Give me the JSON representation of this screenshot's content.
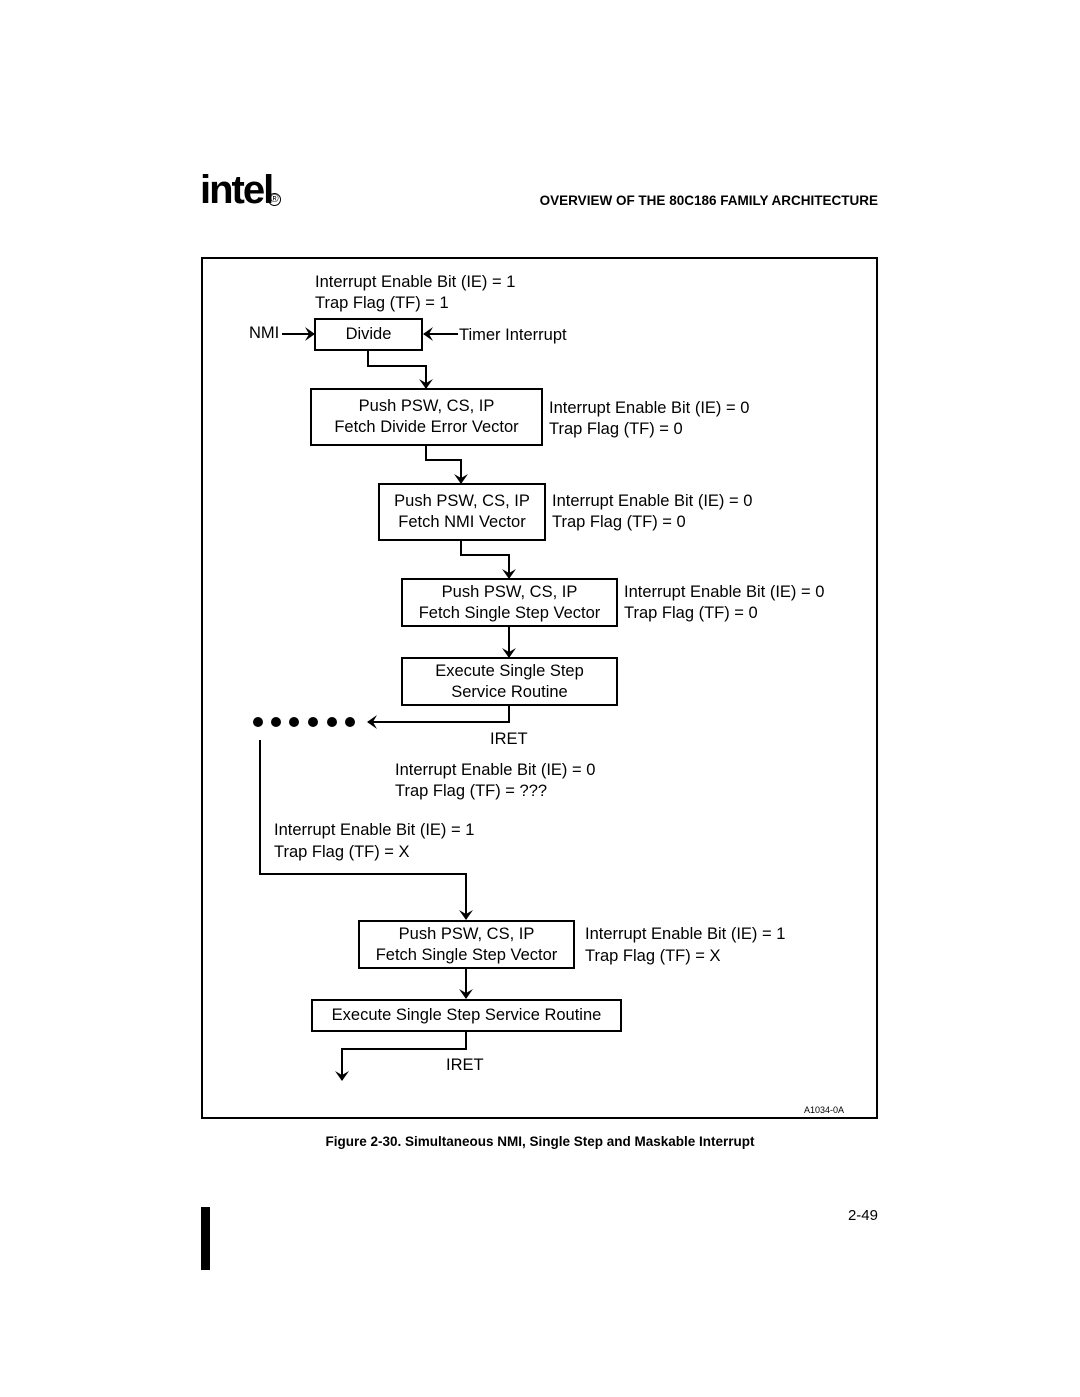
{
  "header": {
    "logo_text": "intel",
    "logo_mark": "®",
    "section_title": "OVERVIEW OF THE 80C186 FAMILY ARCHITECTURE"
  },
  "diagram": {
    "start_ie": "Interrupt Enable Bit (IE) = 1",
    "start_tf": "Trap Flag (TF) = 1",
    "nmi_label": "NMI",
    "divide_box": "Divide",
    "timer_label": "Timer Interrupt",
    "box1_line1": "Push PSW, CS, IP",
    "box1_line2": "Fetch Divide Error Vector",
    "box1_ie": "Interrupt Enable Bit (IE) = 0",
    "box1_tf": "Trap Flag (TF) = 0",
    "box2_line1": "Push PSW, CS, IP",
    "box2_line2": "Fetch NMI Vector",
    "box2_ie": "Interrupt Enable Bit (IE) = 0",
    "box2_tf": "Trap Flag (TF) = 0",
    "box3_line1": "Push PSW, CS, IP",
    "box3_line2": "Fetch Single Step Vector",
    "box3_ie": "Interrupt Enable Bit (IE) = 0",
    "box3_tf": "Trap Flag (TF) = 0",
    "box4_line1": "Execute Single Step",
    "box4_line2": "Service Routine",
    "iret1": "IRET",
    "iret1_ie": "Interrupt Enable Bit (IE) = 0",
    "iret1_tf": "Trap Flag (TF) = ???",
    "return_ie": "Interrupt Enable Bit (IE) = 1",
    "return_tf": "Trap Flag (TF) = X",
    "box5_line1": "Push PSW, CS, IP",
    "box5_line2": "Fetch Single Step Vector",
    "box5_ie": "Interrupt Enable Bit (IE) = 1",
    "box5_tf": "Trap Flag (TF) = X",
    "box6": "Execute Single Step Service Routine",
    "iret2": "IRET",
    "figure_id": "A1034-0A"
  },
  "caption": "Figure 2-30.  Simultaneous NMI, Single Step and Maskable Interrupt",
  "footer": {
    "page_number": "2-49"
  }
}
